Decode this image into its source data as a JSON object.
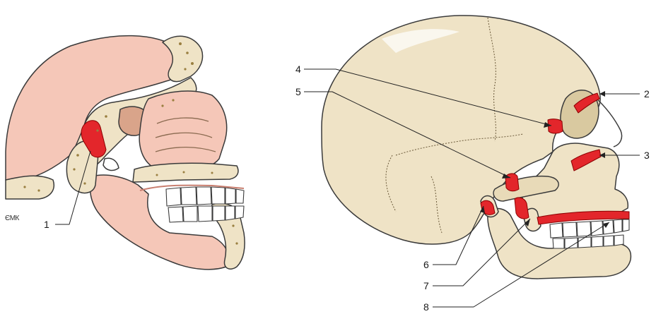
{
  "signature": "ЄМК",
  "callouts": {
    "c1": "1",
    "c2": "2",
    "c3": "3",
    "c4": "4",
    "c5": "5",
    "c6": "6",
    "c7": "7",
    "c8": "8"
  },
  "colors": {
    "bone": "#efe3c6",
    "bone_shadow": "#d9c9a0",
    "soft_tissue": "#f5c7b8",
    "marrow": "#c9b27a",
    "highlight_red": "#e3262b",
    "teeth": "#ffffff",
    "outline": "#3a3a3a"
  }
}
